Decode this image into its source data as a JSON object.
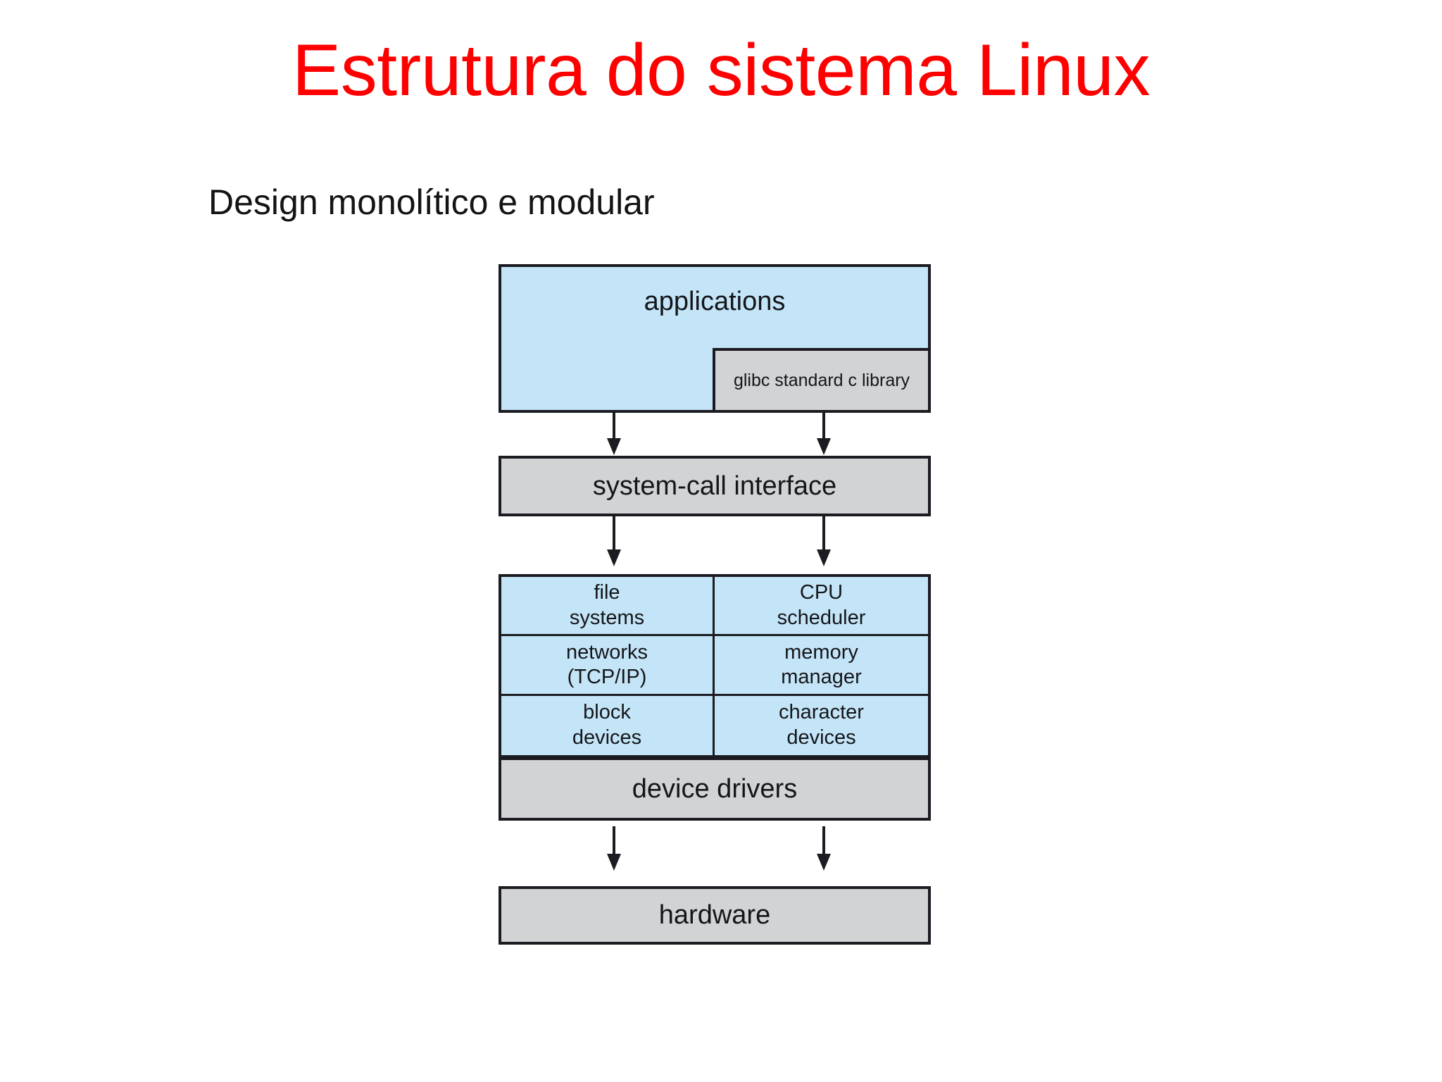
{
  "slide": {
    "title": "Estrutura do sistema Linux",
    "subtitle": "Design monolítico e modular",
    "title_color": "#fe0000",
    "text_color": "#15161a",
    "background_color": "#ffffff"
  },
  "diagram": {
    "name": "linux-system-structure",
    "colors": {
      "user_layer_fill": "#c4e5f8",
      "kernel_layer_fill": "#c4e5f8",
      "gray_fill": "#d2d3d5",
      "stroke": "#1b1b21"
    },
    "boxes": {
      "applications": "applications",
      "glibc": "glibc standard c library",
      "syscall": "system-call interface",
      "drivers": "device drivers",
      "hardware": "hardware"
    },
    "kernel_cells": [
      {
        "id": "file-systems",
        "label": "file\nsystems"
      },
      {
        "id": "cpu-scheduler",
        "label": "CPU\nscheduler"
      },
      {
        "id": "networks-tcpip",
        "label": "networks\n(TCP/IP)"
      },
      {
        "id": "memory-manager",
        "label": "memory\nmanager"
      },
      {
        "id": "block-devices",
        "label": "block\ndevices"
      },
      {
        "id": "character-devices",
        "label": "character\ndevices"
      }
    ],
    "arrows": [
      {
        "id": "applications-to-syscall-left",
        "direction": "down"
      },
      {
        "id": "applications-to-syscall-right",
        "direction": "down"
      },
      {
        "id": "syscall-to-kernel-left",
        "direction": "down"
      },
      {
        "id": "syscall-to-kernel-right",
        "direction": "down"
      },
      {
        "id": "drivers-to-hardware-left",
        "direction": "down"
      },
      {
        "id": "drivers-to-hardware-right",
        "direction": "down"
      }
    ]
  }
}
